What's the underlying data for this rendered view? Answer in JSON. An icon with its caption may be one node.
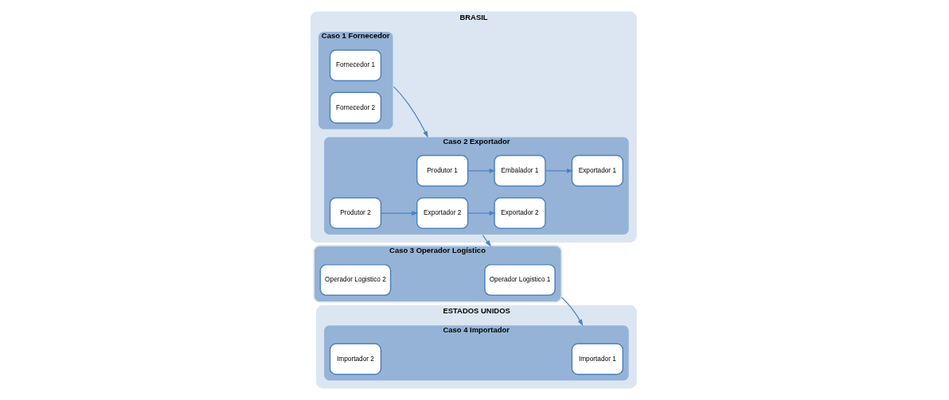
{
  "diagram": {
    "nodes": [
      {
        "text": [
          "BRASIL"
        ]
      },
      {
        "text": [
          "Caso 1 Fornecedor"
        ],
        "in": 0
      },
      {
        "text": [
          "Fornecedor 1"
        ],
        "in": 1
      },
      {
        "text": [
          "Fornecedor 2"
        ],
        "in": 1
      },
      {
        "text": [
          "Caso 2 Exportador"
        ],
        "in": 0
      },
      {
        "text": [
          "Produtor 1"
        ],
        "in": 4
      },
      {
        "text": [
          "Embalador 1"
        ],
        "in": 4
      },
      {
        "text": [
          "Exportador 1"
        ],
        "in": 4
      },
      {
        "text": [
          "Produtor 2"
        ],
        "in": 4
      },
      {
        "text": [
          "Exportador 2"
        ],
        "in": 4
      },
      {
        "text": [
          "Exportador 2"
        ],
        "in": 4
      },
      {
        "text": [
          "Caso 3 Operador Logístico"
        ]
      },
      {
        "text": [
          "Operador Logistico 1"
        ],
        "in": 11
      },
      {
        "text": [
          "Operador Logistico 2"
        ],
        "in": 11
      },
      {
        "text": [
          "ESTADOS UNIDOS"
        ]
      },
      {
        "text": [
          "Caso 4 Importador"
        ],
        "in": 14
      },
      {
        "text": [
          "Importador 1"
        ],
        "in": 15
      },
      {
        "text": [
          "Importador 2"
        ],
        "in": 15
      }
    ],
    "edges": [
      {
        "from": 1,
        "to": 4,
        "arrow": "to"
      },
      {
        "from": 5,
        "to": 6,
        "arrow": "to"
      },
      {
        "from": 6,
        "to": 7,
        "arrow": "to"
      },
      {
        "from": 8,
        "to": 9,
        "arrow": "to"
      },
      {
        "from": 9,
        "to": 10,
        "arrow": "to"
      },
      {
        "from": 4,
        "to": 11,
        "arrow": "to"
      },
      {
        "from": 11,
        "to": 15,
        "arrow": "to"
      }
    ]
  }
}
